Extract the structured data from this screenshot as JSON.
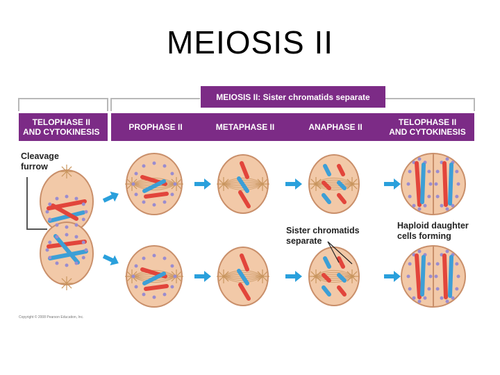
{
  "slide": {
    "title": "MEIOSIS II"
  },
  "banner": {
    "text": "MEIOSIS II: Sister chromatids separate"
  },
  "stages": [
    {
      "label": "TELOPHASE II\nAND CYTOKINESIS"
    },
    {
      "label": "PROPHASE II"
    },
    {
      "label": "METAPHASE II"
    },
    {
      "label": "ANAPHASE II"
    },
    {
      "label": "TELOPHASE II\nAND CYTOKINESIS"
    }
  ],
  "annotations": {
    "cleavage": "Cleavage\nfurrow",
    "sister": "Sister chromatids\nseparate",
    "haploid": "Haploid daughter\ncells forming"
  },
  "copyright": "Copyright © 2008 Pearson Education, Inc.",
  "colors": {
    "header_purple": "#7c2b86",
    "cell_fill": "#f2c9a8",
    "chrom_red": "#e2453b",
    "chrom_blue": "#3d9fd6",
    "arrow_blue": "#2aa0dc",
    "bracket_gray": "#b0b0b0"
  }
}
